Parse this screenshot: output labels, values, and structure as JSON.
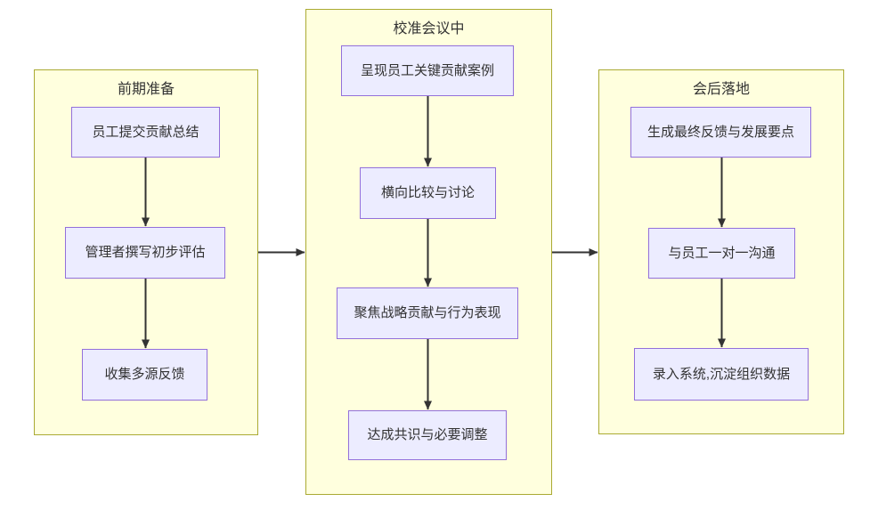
{
  "diagram": {
    "type": "flowchart",
    "direction": "left-to-right",
    "colors": {
      "canvas_background": "#ffffff",
      "cluster_fill": "#ffffde",
      "cluster_border": "#aaaa33",
      "node_fill": "#ececff",
      "node_border": "#9370db",
      "edge_color": "#333333",
      "text_color": "#333333"
    },
    "clusters": [
      {
        "title": "前期准备",
        "nodes": [
          {
            "label": "员工提交贡献总结"
          },
          {
            "label": "管理者撰写初步评估"
          },
          {
            "label": "收集多源反馈"
          }
        ]
      },
      {
        "title": "校准会议中",
        "nodes": [
          {
            "label": "呈现员工关键贡献案例"
          },
          {
            "label": "横向比较与讨论"
          },
          {
            "label": "聚焦战略贡献与行为表现"
          },
          {
            "label": "达成共识与必要调整"
          }
        ]
      },
      {
        "title": "会后落地",
        "nodes": [
          {
            "label": "生成最终反馈与发展要点"
          },
          {
            "label": "与员工一对一沟通"
          },
          {
            "label": "录入系统,沉淀组织数据"
          }
        ]
      }
    ],
    "edges": [
      {
        "from": "员工提交贡献总结",
        "to": "管理者撰写初步评估"
      },
      {
        "from": "管理者撰写初步评估",
        "to": "收集多源反馈"
      },
      {
        "from": "呈现员工关键贡献案例",
        "to": "横向比较与讨论"
      },
      {
        "from": "横向比较与讨论",
        "to": "聚焦战略贡献与行为表现"
      },
      {
        "from": "聚焦战略贡献与行为表现",
        "to": "达成共识与必要调整"
      },
      {
        "from": "生成最终反馈与发展要点",
        "to": "与员工一对一沟通"
      },
      {
        "from": "与员工一对一沟通",
        "to": "录入系统,沉淀组织数据"
      },
      {
        "from": "前期准备",
        "to": "校准会议中"
      },
      {
        "from": "校准会议中",
        "to": "会后落地"
      }
    ]
  }
}
